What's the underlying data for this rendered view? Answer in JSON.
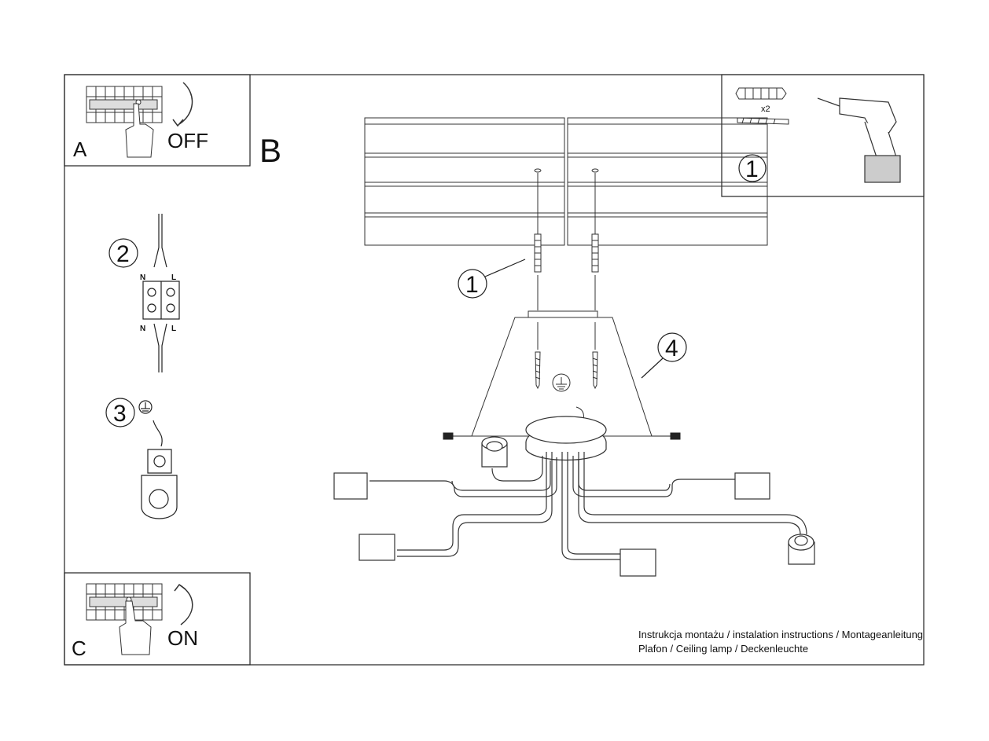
{
  "panels": {
    "a": {
      "letter": "A",
      "state": "OFF"
    },
    "b": {
      "letter": "B"
    },
    "c": {
      "letter": "C",
      "state": "ON"
    }
  },
  "steps": {
    "s1_tools": "1",
    "s1_main": "1",
    "s2": "2",
    "s3": "3",
    "s4": "4"
  },
  "tools": {
    "quantity": "x2"
  },
  "wiring": {
    "neutral": "N",
    "live": "L"
  },
  "caption": {
    "line1": "Instrukcja montażu / instalation instructions / Montageanleitung",
    "line2": "Plafon / Ceiling lamp / Deckenleuchte"
  },
  "icons": [
    "breaker-panel-icon",
    "hand-icon",
    "curved-arrow-down-icon",
    "curved-arrow-up-icon",
    "wall-plug-icon",
    "screw-icon",
    "drill-icon",
    "ground-symbol-icon",
    "terminal-block-icon",
    "ground-clamp-icon"
  ]
}
